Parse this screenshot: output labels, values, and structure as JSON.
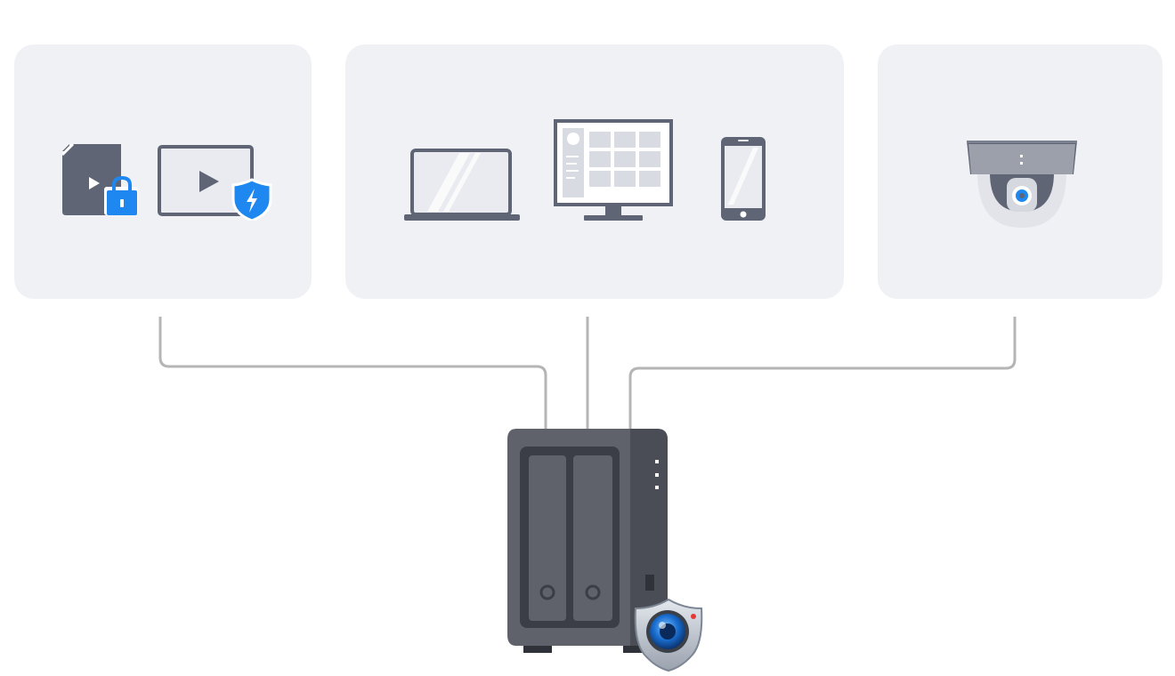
{
  "panels": [
    {
      "id": "media-security",
      "icons": [
        "protected-file-icon",
        "protected-video-icon"
      ]
    },
    {
      "id": "client-devices",
      "icons": [
        "laptop-icon",
        "desktop-monitor-icon",
        "smartphone-icon"
      ]
    },
    {
      "id": "ip-camera",
      "icons": [
        "dome-camera-icon"
      ]
    }
  ],
  "hub": {
    "icons": [
      "nas-device-icon",
      "surveillance-badge-icon"
    ]
  },
  "colors": {
    "panel_bg": "#eff1f5",
    "icon_dark": "#5f6575",
    "icon_light": "#e9ebf0",
    "accent_blue": "#1e88f0",
    "connector": "#b5b5b5",
    "nas_body": "#5f626b",
    "nas_bay": "#3b3e46"
  }
}
